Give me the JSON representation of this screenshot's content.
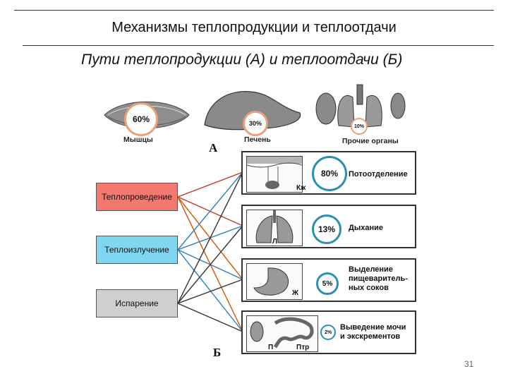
{
  "header": {
    "title": "Механизмы теплопродукции и теплоотдачи",
    "subtitle": "Пути теплопродукции (А) и теплоотдачи (Б)"
  },
  "production": {
    "section_letter": "А",
    "organs": [
      {
        "label": "Мышцы",
        "percent": "60%"
      },
      {
        "label": "Печень",
        "percent": "30%"
      },
      {
        "label": "Прочие органы",
        "percent": "10%"
      }
    ]
  },
  "mechanisms": [
    {
      "label": "Теплопроведение",
      "color": "#f27870"
    },
    {
      "label": "Теплоизлучение",
      "color": "#7fd6ee"
    },
    {
      "label": "Испарение",
      "color": "#cfcfcf"
    }
  ],
  "loss": {
    "section_letter": "Б",
    "routes": [
      {
        "icon_letter": "Кж",
        "percent": "80%",
        "text": "Потоотделение"
      },
      {
        "icon_letter": "Л",
        "percent": "13%",
        "text": "Дыхание"
      },
      {
        "icon_letter": "Ж",
        "percent": "5%",
        "text_lines": [
          "Выделение",
          "пищеваритель-",
          "ных соков"
        ]
      },
      {
        "icon_letters": [
          "П",
          "Птр"
        ],
        "percent": "2%",
        "text_lines": [
          "Выведение мочи",
          "и экскрементов"
        ]
      }
    ]
  },
  "page_number": "31"
}
